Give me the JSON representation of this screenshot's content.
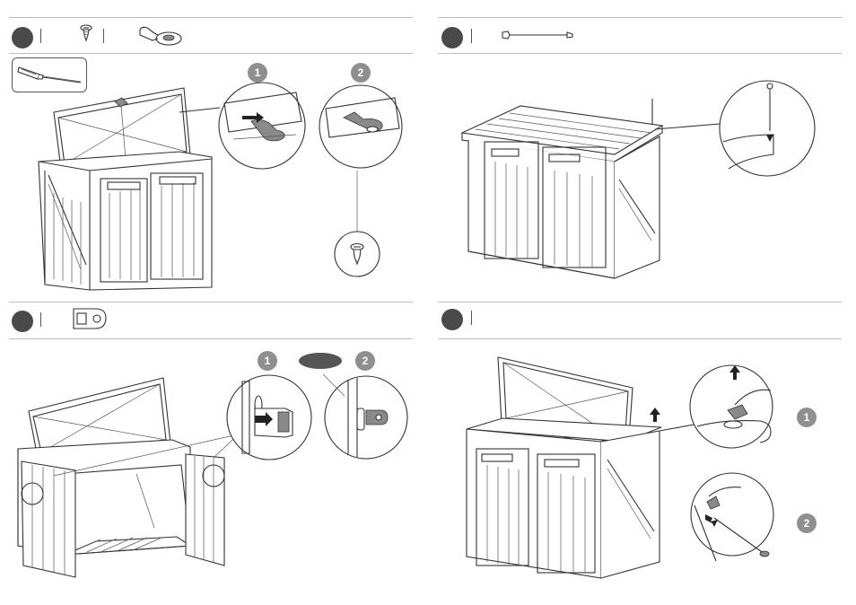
{
  "steps": [
    {
      "badges": [
        "1",
        "2"
      ]
    },
    {
      "badges": []
    },
    {
      "badges": [
        "1",
        "2"
      ]
    },
    {
      "badges": [
        "1",
        "2"
      ]
    }
  ],
  "icons": {
    "screw": "screw-icon",
    "hinge_bracket": "hinge-bracket-icon",
    "gas_strut": "gas-strut-icon",
    "door_latch": "door-latch-icon",
    "screwdriver": "screwdriver-icon"
  },
  "colors": {
    "step_dot": "#4a4a4a",
    "badge": "#8f8f8f",
    "rule": "#bdbdbd"
  }
}
